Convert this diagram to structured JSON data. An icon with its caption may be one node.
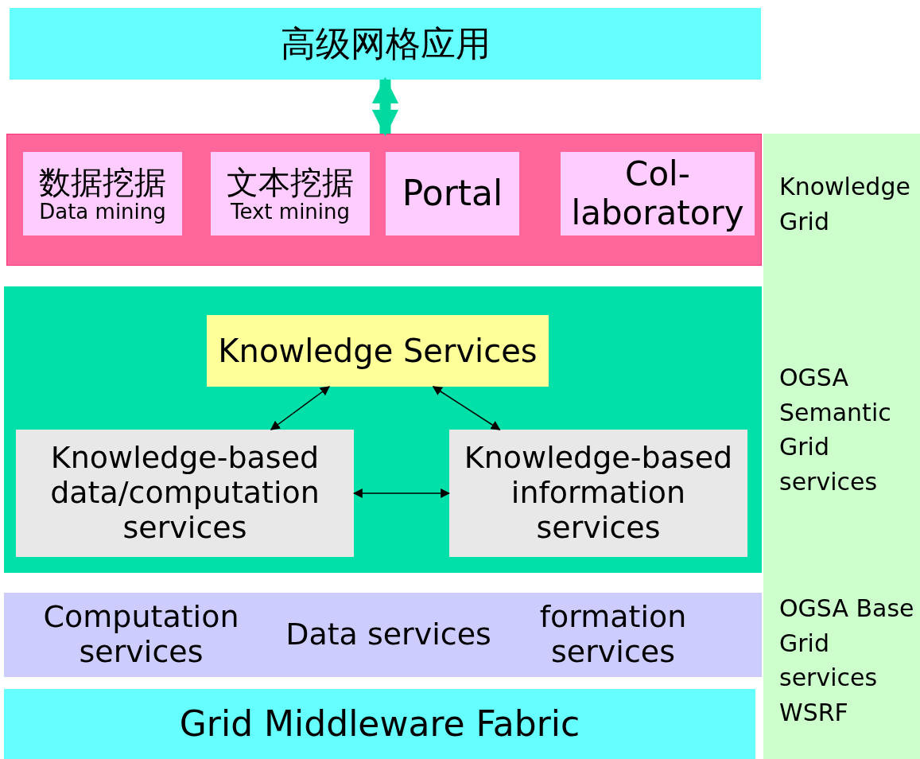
{
  "diagram": {
    "nodes": [
      {
        "text": [
          "高级网格应用"
        ]
      },
      {
        "text": [],
        "shape": "box"
      },
      {
        "text": [
          "数据挖据",
          "Data mining"
        ],
        "in": 1
      },
      {
        "text": [
          "文本挖据",
          "Text mining"
        ],
        "in": 1
      },
      {
        "text": [
          "Portal"
        ],
        "in": 1
      },
      {
        "text": [
          "Col- laboratory"
        ],
        "in": 1
      },
      {
        "text": [],
        "shape": "box"
      },
      {
        "text": [
          "Knowledge Services"
        ],
        "in": 6
      },
      {
        "text": [
          "Knowledge-based data/computation services"
        ],
        "in": 6
      },
      {
        "text": [
          "Knowledge-based information services"
        ],
        "in": 6
      },
      {
        "text": [],
        "shape": "box"
      },
      {
        "text": [
          "Computation services"
        ],
        "in": 10
      },
      {
        "text": [
          "Data services"
        ],
        "in": 10
      },
      {
        "text": [
          "formation services"
        ],
        "in": 10
      },
      {
        "text": [
          "Grid Middleware Fabric"
        ]
      },
      {
        "text": [
          "Knowledge Grid",
          "OGSA Semantic Grid services",
          "OGSA Base Grid services WSRF"
        ]
      }
    ],
    "edges": [
      {
        "from": 0,
        "to": 1,
        "arrow": "both",
        "style": "thick",
        "color": "#00d9a0"
      },
      {
        "from": 7,
        "to": 8,
        "arrow": "both"
      },
      {
        "from": 7,
        "to": 9,
        "arrow": "both"
      },
      {
        "from": 8,
        "to": 9,
        "arrow": "both"
      }
    ]
  }
}
